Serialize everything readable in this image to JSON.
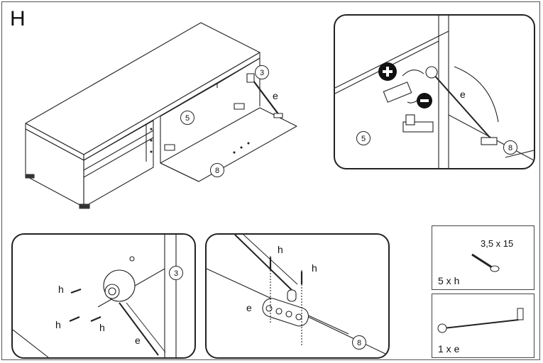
{
  "step": "H",
  "main": {
    "label_3": "3",
    "label_5": "5",
    "label_8": "8",
    "stay_label": "e"
  },
  "detail_top": {
    "label_5": "5",
    "label_8": "8",
    "stay_label": "e",
    "plus_icon": "plus-icon",
    "minus_icon": "minus-icon"
  },
  "detail_hinge": {
    "label_3": "3",
    "screw_a": "h",
    "screw_b": "h",
    "screw_c": "h",
    "stay_label": "e"
  },
  "detail_plate": {
    "label_8": "8",
    "screw_a": "h",
    "screw_b": "h",
    "stay_label": "e"
  },
  "parts": [
    {
      "size": "3,5 x 15",
      "qty": "5 x h",
      "icon": "screw-icon"
    },
    {
      "qty": "1 x e",
      "icon": "lid-stay-icon"
    }
  ]
}
